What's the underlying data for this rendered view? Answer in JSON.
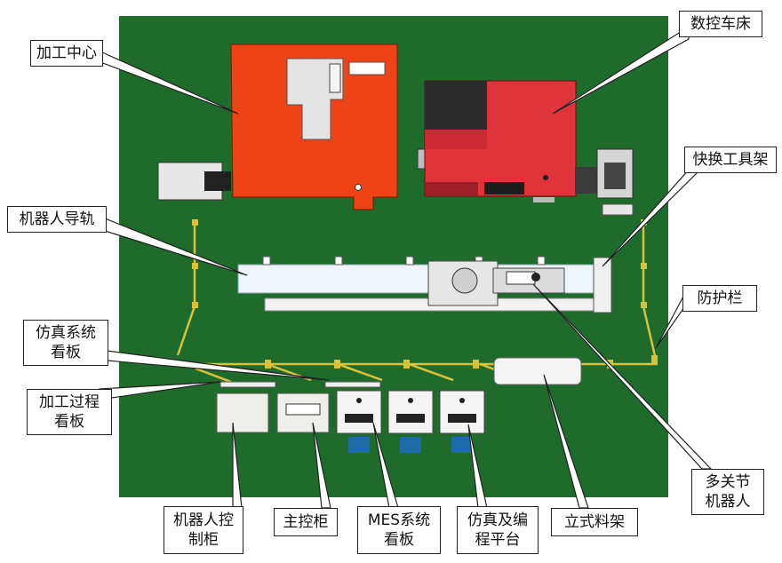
{
  "colors": {
    "floor": "#1f6b2b",
    "machining_center": "#ee4316",
    "cnc_lathe": "#e0343d",
    "cnc_lathe_dark": "#2b2b2b",
    "fence": "#d8c23a",
    "cabinet": "#eeeeea",
    "monitor": "#1e6aa8"
  },
  "labels": {
    "machining_center": "加工中心",
    "cnc_lathe": "数控车床",
    "tool_rack": "快换工具架",
    "robot_rail": "机器人导轨",
    "guardrail": "防护栏",
    "sim_board": "仿真系统\n看板",
    "process_board": "加工过程\n看板",
    "robot_cabinet": "机器人控\n制柜",
    "main_cabinet": "主控柜",
    "mes_board": "MES系统\n看板",
    "sim_platform": "仿真及编\n程平台",
    "vertical_rack": "立式料架",
    "robot": "多关节\n机器人"
  }
}
